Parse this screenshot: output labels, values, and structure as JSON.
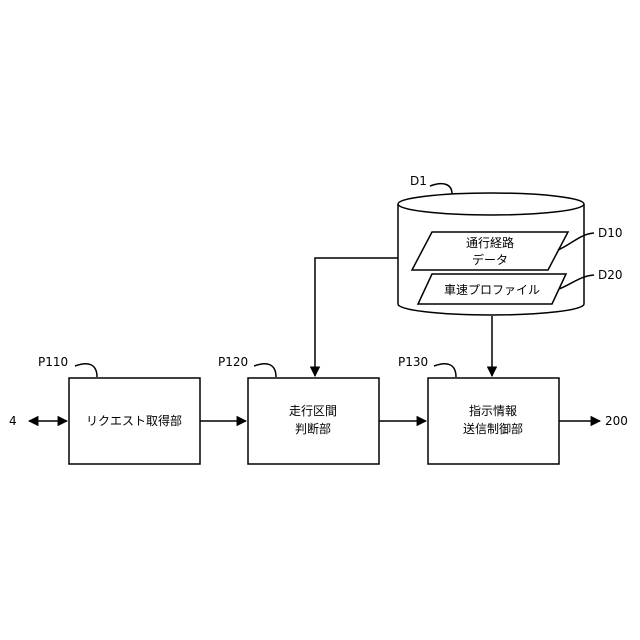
{
  "external": {
    "left": "4",
    "right": "200"
  },
  "blocks": {
    "p110": {
      "ref": "P110",
      "line1": "リクエスト取得部"
    },
    "p120": {
      "ref": "P120",
      "line1": "走行区間",
      "line2": "判断部"
    },
    "p130": {
      "ref": "P130",
      "line1": "指示情報",
      "line2": "送信制御部"
    }
  },
  "database": {
    "ref": "D1",
    "d10": {
      "ref": "D10",
      "line1": "通行経路",
      "line2": "データ"
    },
    "d20": {
      "ref": "D20",
      "line1": "車速プロファイル"
    }
  }
}
